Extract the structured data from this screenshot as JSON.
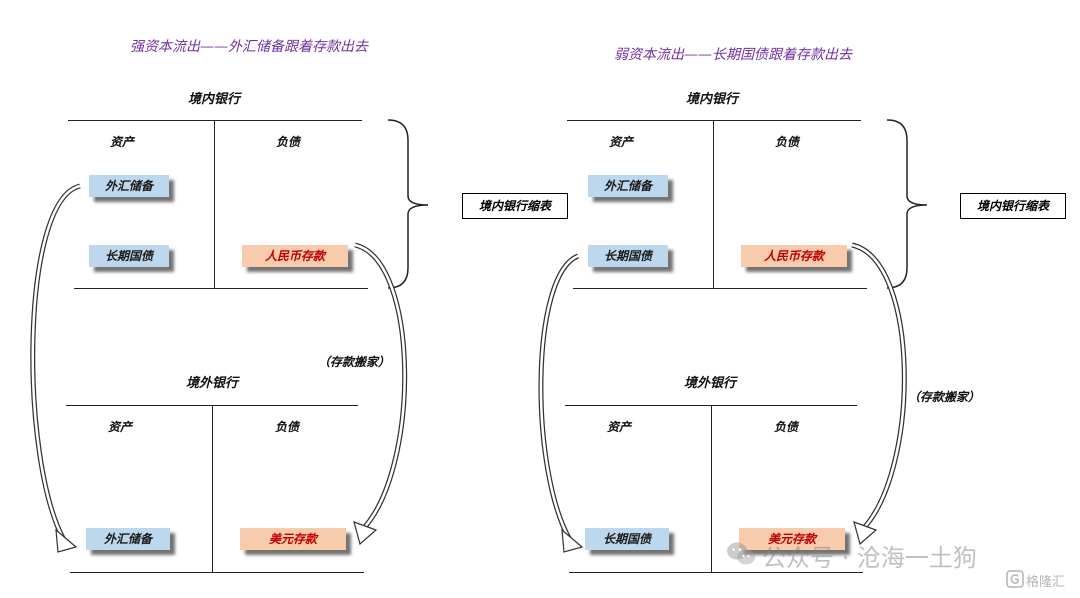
{
  "left": {
    "title": "强资本流出——外汇储备跟着存款出去",
    "domestic_bank": "境内银行",
    "foreign_bank": "境外银行",
    "assets": "资产",
    "liabilities": "负债",
    "dom_asset_1": "外汇储备",
    "dom_asset_2": "长期国债",
    "dom_liability": "人民币存款",
    "shrink_label": "境内银行缩表",
    "move_label": "（存款搬家）",
    "for_asset": "外汇储备",
    "for_liability": "美元存款"
  },
  "right": {
    "title": "弱资本流出——长期国债跟着存款出去",
    "domestic_bank": "境内银行",
    "foreign_bank": "境外银行",
    "assets": "资产",
    "liabilities": "负债",
    "dom_asset_1": "外汇储备",
    "dom_asset_2": "长期国债",
    "dom_liability": "人民币存款",
    "shrink_label": "境内银行缩表",
    "move_label": "（存款搬家）",
    "for_asset": "长期国债",
    "for_liability": "美元存款"
  },
  "watermark": {
    "text": "公众号 · 沧海一土狗",
    "logo": "格隆汇"
  },
  "icons": {
    "wechat": "wechat-icon",
    "logo": "gelonghui-logo-icon"
  }
}
